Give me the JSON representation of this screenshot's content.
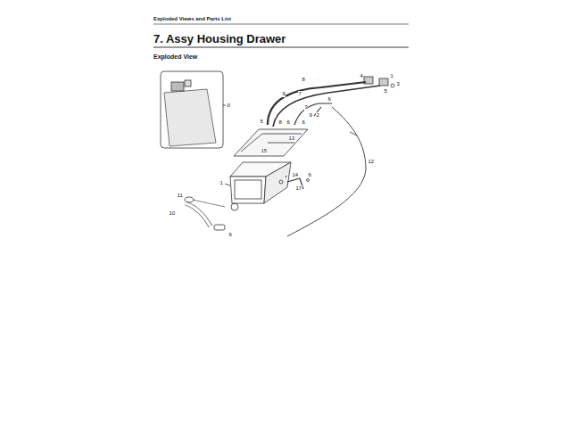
{
  "diagram": {
    "title": "7. Assy Housing Drawer",
    "labels": [
      "Exploded Views and Parts List",
      "Exploded View",
      "0",
      "4",
      "1",
      "3",
      "5",
      "8",
      "7",
      "9",
      "6",
      "5",
      "8",
      "6",
      "6",
      "9",
      "2",
      "3",
      "13",
      "1",
      "7",
      "6",
      "14",
      "17",
      "11",
      "10",
      "6",
      "12",
      "15"
    ]
  }
}
